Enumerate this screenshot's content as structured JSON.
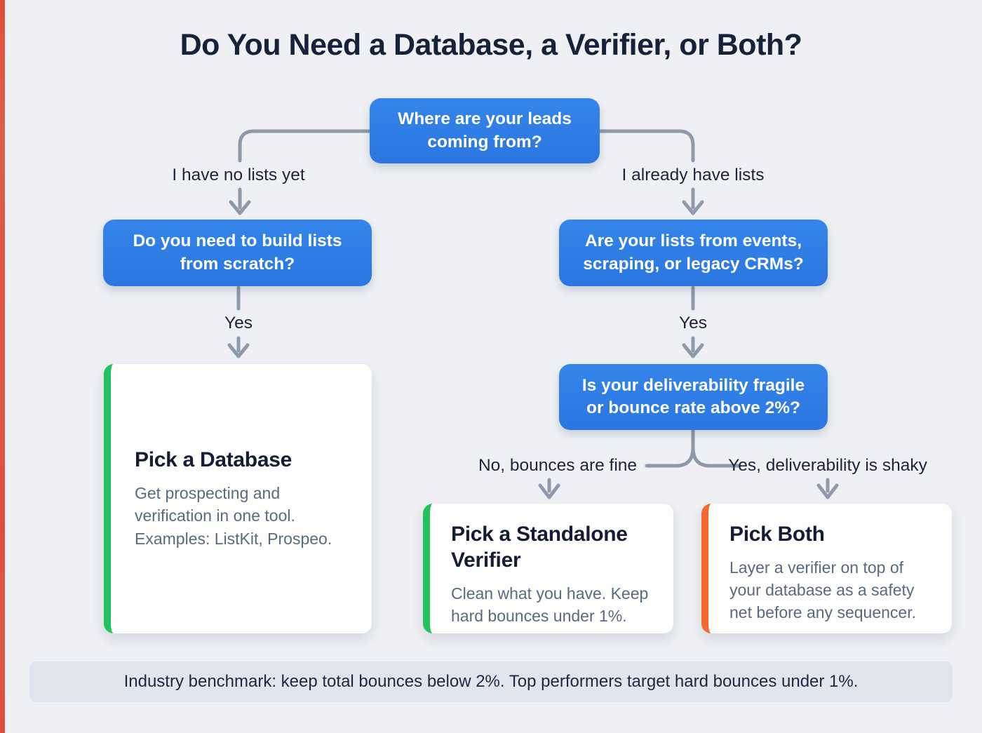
{
  "title": "Do You Need a Database, a Verifier, or Both?",
  "flow": {
    "root_question": "Where are your leads coming from?",
    "left_branch": {
      "label": "I have no lists yet",
      "question": "Do you need to build lists from scratch?",
      "answer": "Yes"
    },
    "right_branch": {
      "label": "I already have lists",
      "question": "Are your lists from events, scraping, or legacy CRMs?",
      "answer": "Yes",
      "followup_question": "Is your deliverability fragile or bounce rate above 2%?",
      "no_label": "No, bounces are fine",
      "yes_label": "Yes, deliverability is shaky"
    }
  },
  "outcomes": {
    "database": {
      "title": "Pick a Database",
      "description": "Get prospecting and verification in one tool. Examples: ListKit, Prospeo.",
      "accent_color": "#22c35e"
    },
    "standalone_verifier": {
      "title": "Pick a Standalone Verifier",
      "description": "Clean what you have. Keep hard bounces under 1%.",
      "accent_color": "#22c35e"
    },
    "both": {
      "title": "Pick Both",
      "description": "Layer a verifier on top of your database as a safety net before any sequencer.",
      "accent_color": "#f4692e"
    }
  },
  "footer": {
    "text": "Industry benchmark: keep total bounces below 2%. Top performers target hard bounces under 1%."
  },
  "colors": {
    "question_node_blue": "#2e7be2",
    "question_text": "#ffffff",
    "connector_gray": "#8e99ac",
    "accent_green": "#22c35e",
    "accent_orange": "#f4692e",
    "title_text": "#16223a",
    "body_text": "#5a6a80",
    "background": "#eef0f4",
    "footer_background": "#e1e5ee"
  }
}
